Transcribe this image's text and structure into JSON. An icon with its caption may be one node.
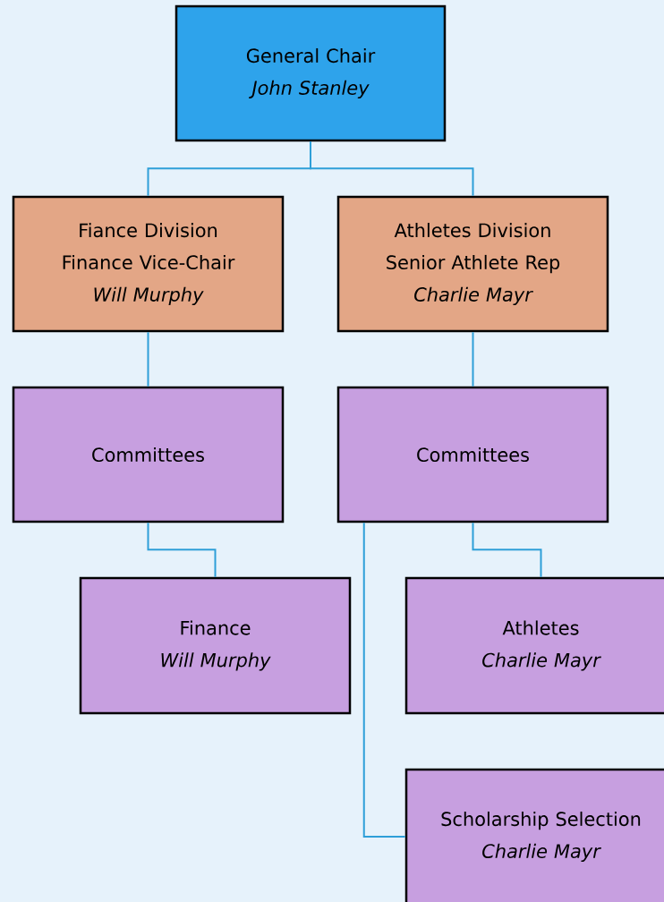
{
  "diagram": {
    "nodes": [
      {
        "text": [
          "General Chair",
          "John Stanley"
        ]
      },
      {
        "text": [
          "Fiance Division",
          "Finance Vice-Chair",
          "Will Murphy"
        ]
      },
      {
        "text": [
          "Athletes Division",
          "Senior Athlete Rep",
          "Charlie Mayr"
        ]
      },
      {
        "text": [
          "Committees"
        ]
      },
      {
        "text": [
          "Committees"
        ]
      },
      {
        "text": [
          "Finance",
          "Will Murphy"
        ]
      },
      {
        "text": [
          "Athletes",
          "Charlie Mayr"
        ]
      },
      {
        "text": [
          "Scholarship Selection",
          "Charlie Mayr"
        ]
      }
    ],
    "edges": [
      {
        "from": 0,
        "to": 1,
        "arrow": "none"
      },
      {
        "from": 0,
        "to": 2,
        "arrow": "none"
      },
      {
        "from": 1,
        "to": 3,
        "arrow": "none"
      },
      {
        "from": 2,
        "to": 4,
        "arrow": "none"
      },
      {
        "from": 3,
        "to": 5,
        "arrow": "none"
      },
      {
        "from": 4,
        "to": 6,
        "arrow": "none"
      },
      {
        "from": 4,
        "to": 7,
        "arrow": "none"
      }
    ]
  }
}
